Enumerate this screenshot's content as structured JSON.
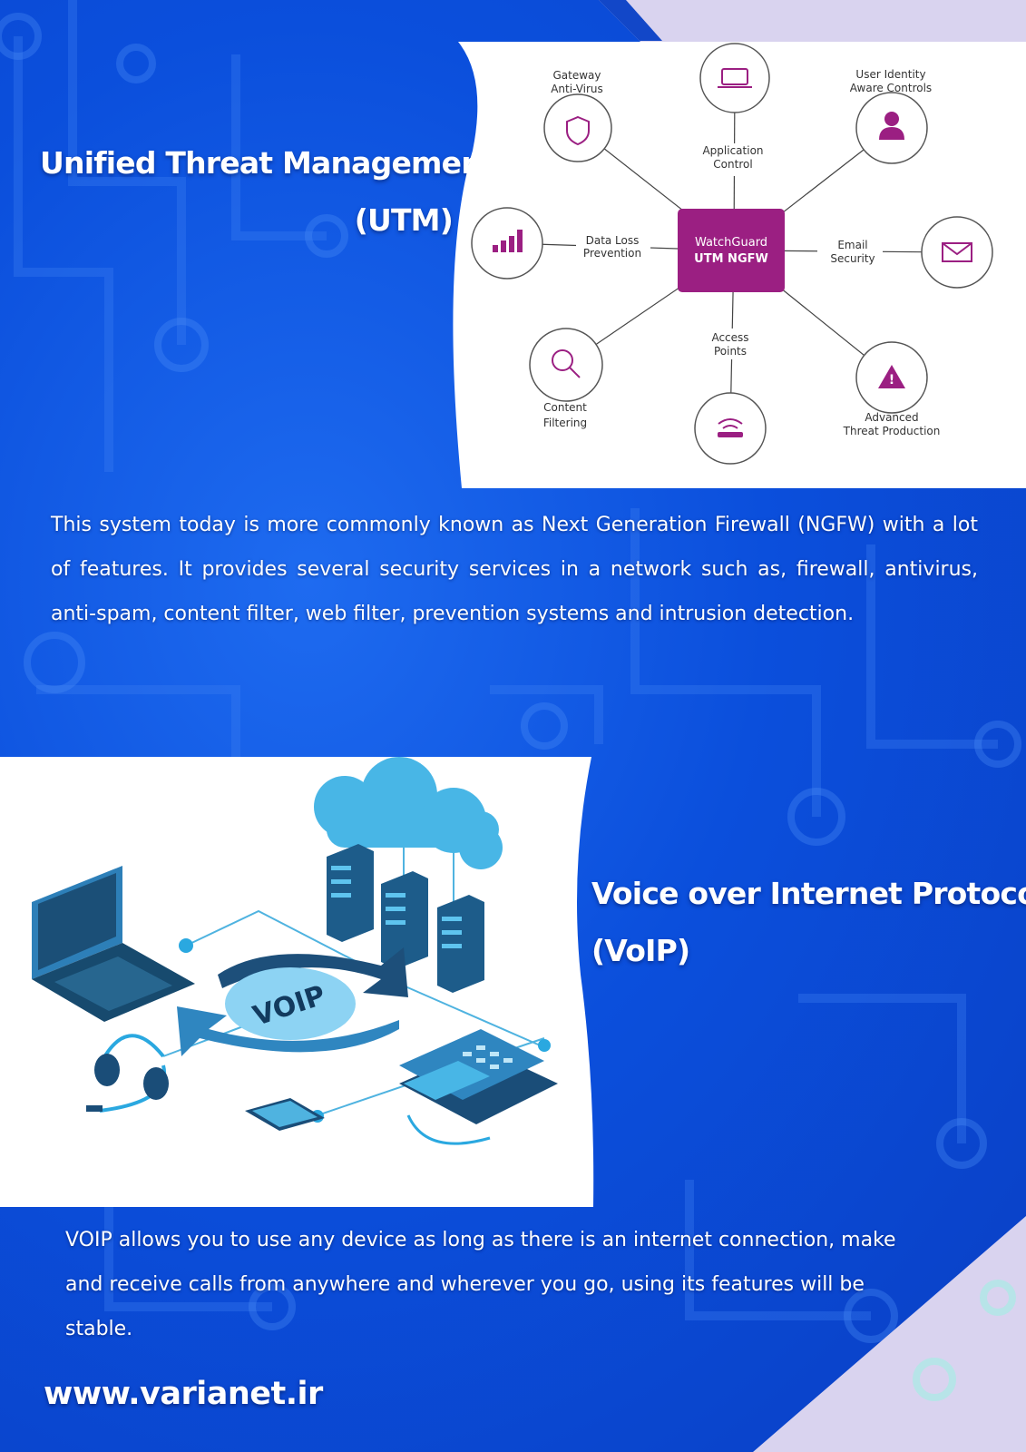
{
  "utm": {
    "title_line1": "Unified Threat Management",
    "title_line2": "(UTM)",
    "paragraph": "This system today is more commonly known as Next Generation Firewall (NGFW) with a lot of features. It provides several security services in a network such as, firewall, antivirus, anti-spam, content filter, web filter, prevention systems and intrusion detection.",
    "diagram": {
      "center_line1": "WatchGuard",
      "center_line2": "UTM NGFW",
      "nodes": {
        "gateway_antivirus": [
          "Gateway",
          "Anti-Virus"
        ],
        "application_control": [
          "Application",
          "Control"
        ],
        "user_identity": [
          "User Identity",
          "Aware Controls"
        ],
        "data_loss_prevention": [
          "Data Loss",
          "Prevention"
        ],
        "email_security": [
          "Email",
          "Security"
        ],
        "content_filtering": [
          "Content",
          "Filtering"
        ],
        "access_points": [
          "Access",
          "Points"
        ],
        "advanced_threat": [
          "Advanced",
          "Threat Production"
        ]
      }
    }
  },
  "voip": {
    "title_line1": "Voice over Internet Protocol",
    "title_line2": "(VoIP)",
    "paragraph": "VOIP allows you to use any device as long as there is an internet connection, make and receive calls from anywhere and wherever you go, using its features will be stable.",
    "illustration_label": "VOIP"
  },
  "footer": {
    "url": "www.varianet.ir"
  },
  "colors": {
    "background": "#0b4fdc",
    "magenta": "#9b1f82",
    "icon_outline": "#555555"
  }
}
